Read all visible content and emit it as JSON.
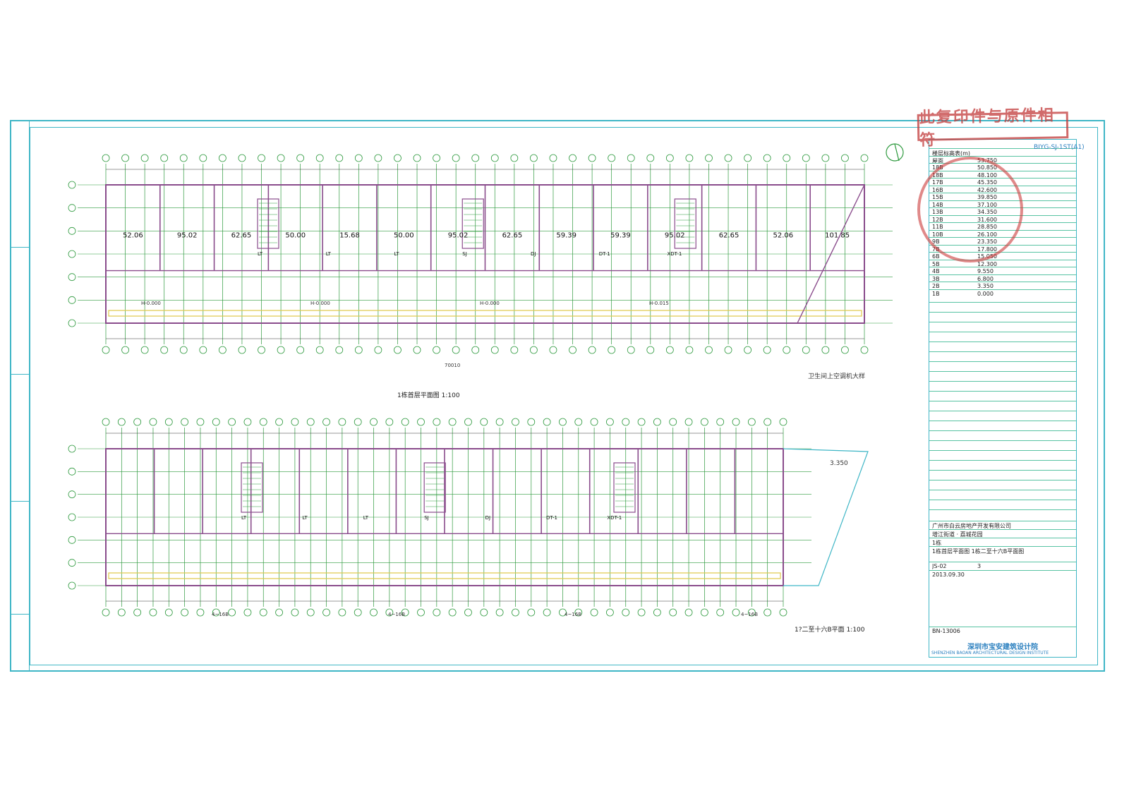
{
  "sheet": {
    "drawing_number": "BIYG-SJ-1ST(A1)",
    "stamp_text": "此复印件与原件相符",
    "north_arrow": "north-arrow-icon"
  },
  "plan_upper": {
    "title": "1栋首层平面图",
    "scale": "1:100",
    "unit_areas": [
      "52.06",
      "95.02",
      "62.65",
      "50.00",
      "15.68",
      "50.00",
      "95.02",
      "62.65",
      "59.39",
      "59.39",
      "95.02",
      "62.65",
      "52.06",
      "101.85"
    ],
    "unit_labels": [
      "LT",
      "LT",
      "LT",
      "SJ",
      "DJ",
      "DT-1",
      "XDT-1"
    ],
    "elevation_marks": [
      "H-0.000",
      "H-0.000",
      "H-0.000",
      "H-0.015"
    ],
    "total_width": "70010",
    "detail_label": "卫生间上空调机大样"
  },
  "plan_lower": {
    "title": "1?二至十六B平面",
    "scale": "1:100",
    "elevation_note": "3.350",
    "unit_labels": [
      "LT",
      "LT",
      "LT",
      "SJ",
      "DJ",
      "DT-1",
      "XDT-1"
    ],
    "floor_labels": [
      "4~16B",
      "4~16B",
      "4~16B",
      "4~16B"
    ]
  },
  "title_block": {
    "rows": [
      {
        "label": "楼层标高表(m)",
        "value": ""
      },
      {
        "label": "屋面",
        "value": "53.750"
      },
      {
        "label": "18B",
        "value": "50.850"
      },
      {
        "label": "18B",
        "value": "48.100"
      },
      {
        "label": "17B",
        "value": "45.350"
      },
      {
        "label": "16B",
        "value": "42.600"
      },
      {
        "label": "15B",
        "value": "39.850"
      },
      {
        "label": "14B",
        "value": "37.100"
      },
      {
        "label": "13B",
        "value": "34.350"
      },
      {
        "label": "12B",
        "value": "31.600"
      },
      {
        "label": "11B",
        "value": "28.850"
      },
      {
        "label": "10B",
        "value": "26.100"
      },
      {
        "label": "9B",
        "value": "23.350"
      },
      {
        "label": "7B",
        "value": "17.800"
      },
      {
        "label": "6B",
        "value": "15.050"
      },
      {
        "label": "5B",
        "value": "12.300"
      },
      {
        "label": "4B",
        "value": "9.550"
      },
      {
        "label": "3B",
        "value": "6.800"
      },
      {
        "label": "2B",
        "value": "3.350"
      },
      {
        "label": "1B",
        "value": "0.000"
      }
    ],
    "company": "广州市白云房地产开发有限公司",
    "project": "增江街道 · 荔城花园",
    "building": "1栋",
    "sheet_title": "1栋首层平面图\n1栋二至十六B平面图",
    "sheet_code": "JS-02",
    "sheet_index": "3",
    "date": "2013.09.30",
    "project_number": "BN-13006",
    "designer_name": "深圳市宝安建筑设计院",
    "designer_en": "SHENZHEN BAOAN ARCHITECTURAL DESIGN INSTITUTE"
  },
  "colors": {
    "frame": "#3fb6c6",
    "grid": "#2f9a3f",
    "walls": "#8a4c8c",
    "fixtures": "#e0c84a",
    "stamp": "#c23a3a"
  }
}
